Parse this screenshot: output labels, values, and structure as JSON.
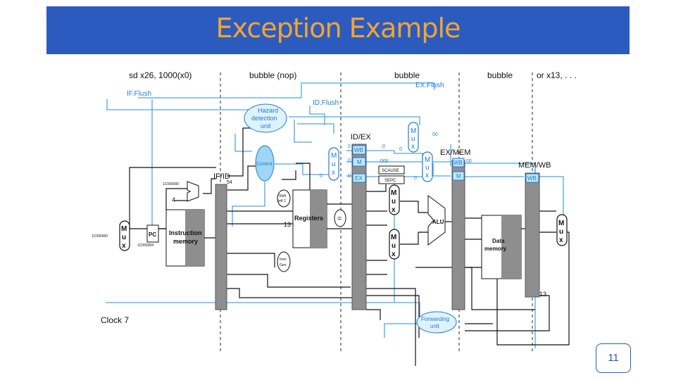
{
  "title": "Exception Example",
  "page_number": "11",
  "colors": {
    "title_bar": "#2b5bbf",
    "title_text": "#f3a431",
    "control": "#1e7bd6",
    "unit_fill": "#9fd6f5"
  },
  "stages": {
    "if_instr": "sd x26, 1000(x0)",
    "id_instr": "bubble (nop)",
    "ex_instr": "bubble",
    "mem_instr": "bubble",
    "wb_instr": "or x13, . . ."
  },
  "labels": {
    "if_flush": "IF.Flush",
    "id_flush": "ID.Flush",
    "ex_flush": "EX.Flush",
    "hazard": [
      "Hazard",
      "detection",
      "unit"
    ],
    "control": "Control",
    "if_id": "IF/ID",
    "id_ex": "ID/EX",
    "ex_mem": "EX/MEM",
    "mem_wb": "MEM/WB",
    "registers": "Registers",
    "instruction_memory": [
      "Instruction",
      "memory"
    ],
    "data_memory": [
      "Data",
      "memory"
    ],
    "alu": "ALU",
    "pc": "PC",
    "forwarding": [
      "Forwarding",
      "unit"
    ],
    "clock": "Clock 7",
    "wb": "WB",
    "m": "M",
    "ex": "EX",
    "scause": "SCAUSE",
    "sepc": "SEPC",
    "shift": [
      "Shift",
      "left 1"
    ],
    "imm_gen": [
      "Imm",
      "Gen"
    ],
    "equal": "=",
    "mux": [
      "M",
      "u",
      "x"
    ],
    "four": "4",
    "n13a": "13",
    "n13b": "13",
    "n54": "54",
    "z0": "0",
    "z00": "00",
    "z000": "000",
    "addr_a": "1C090000",
    "addr_b": "1C090004",
    "addr_c": "1C090000"
  }
}
